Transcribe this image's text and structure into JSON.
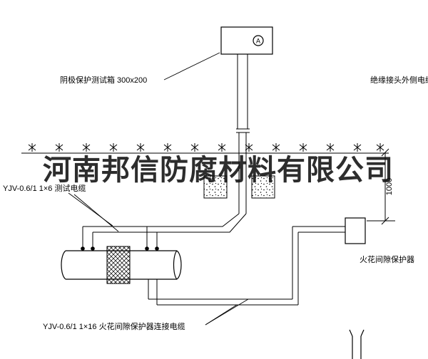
{
  "watermark": "河南邦信防腐材料有限公司",
  "labels": {
    "test_box": "阴极保护测试箱 300x200",
    "insulated_joint_cable": "绝缘接头外侧电缆",
    "test_cable": "YJV-0.6/1 1×6  测试电缆",
    "spark_gap": "火花间隙保护器",
    "connect_cable": "YJV-0.6/1 1×16  火花间隙保护器连接电缆",
    "dimension": "1000",
    "ammeter": "A"
  },
  "colors": {
    "line": "#000000",
    "background": "#ffffff",
    "watermark": "#111111"
  }
}
